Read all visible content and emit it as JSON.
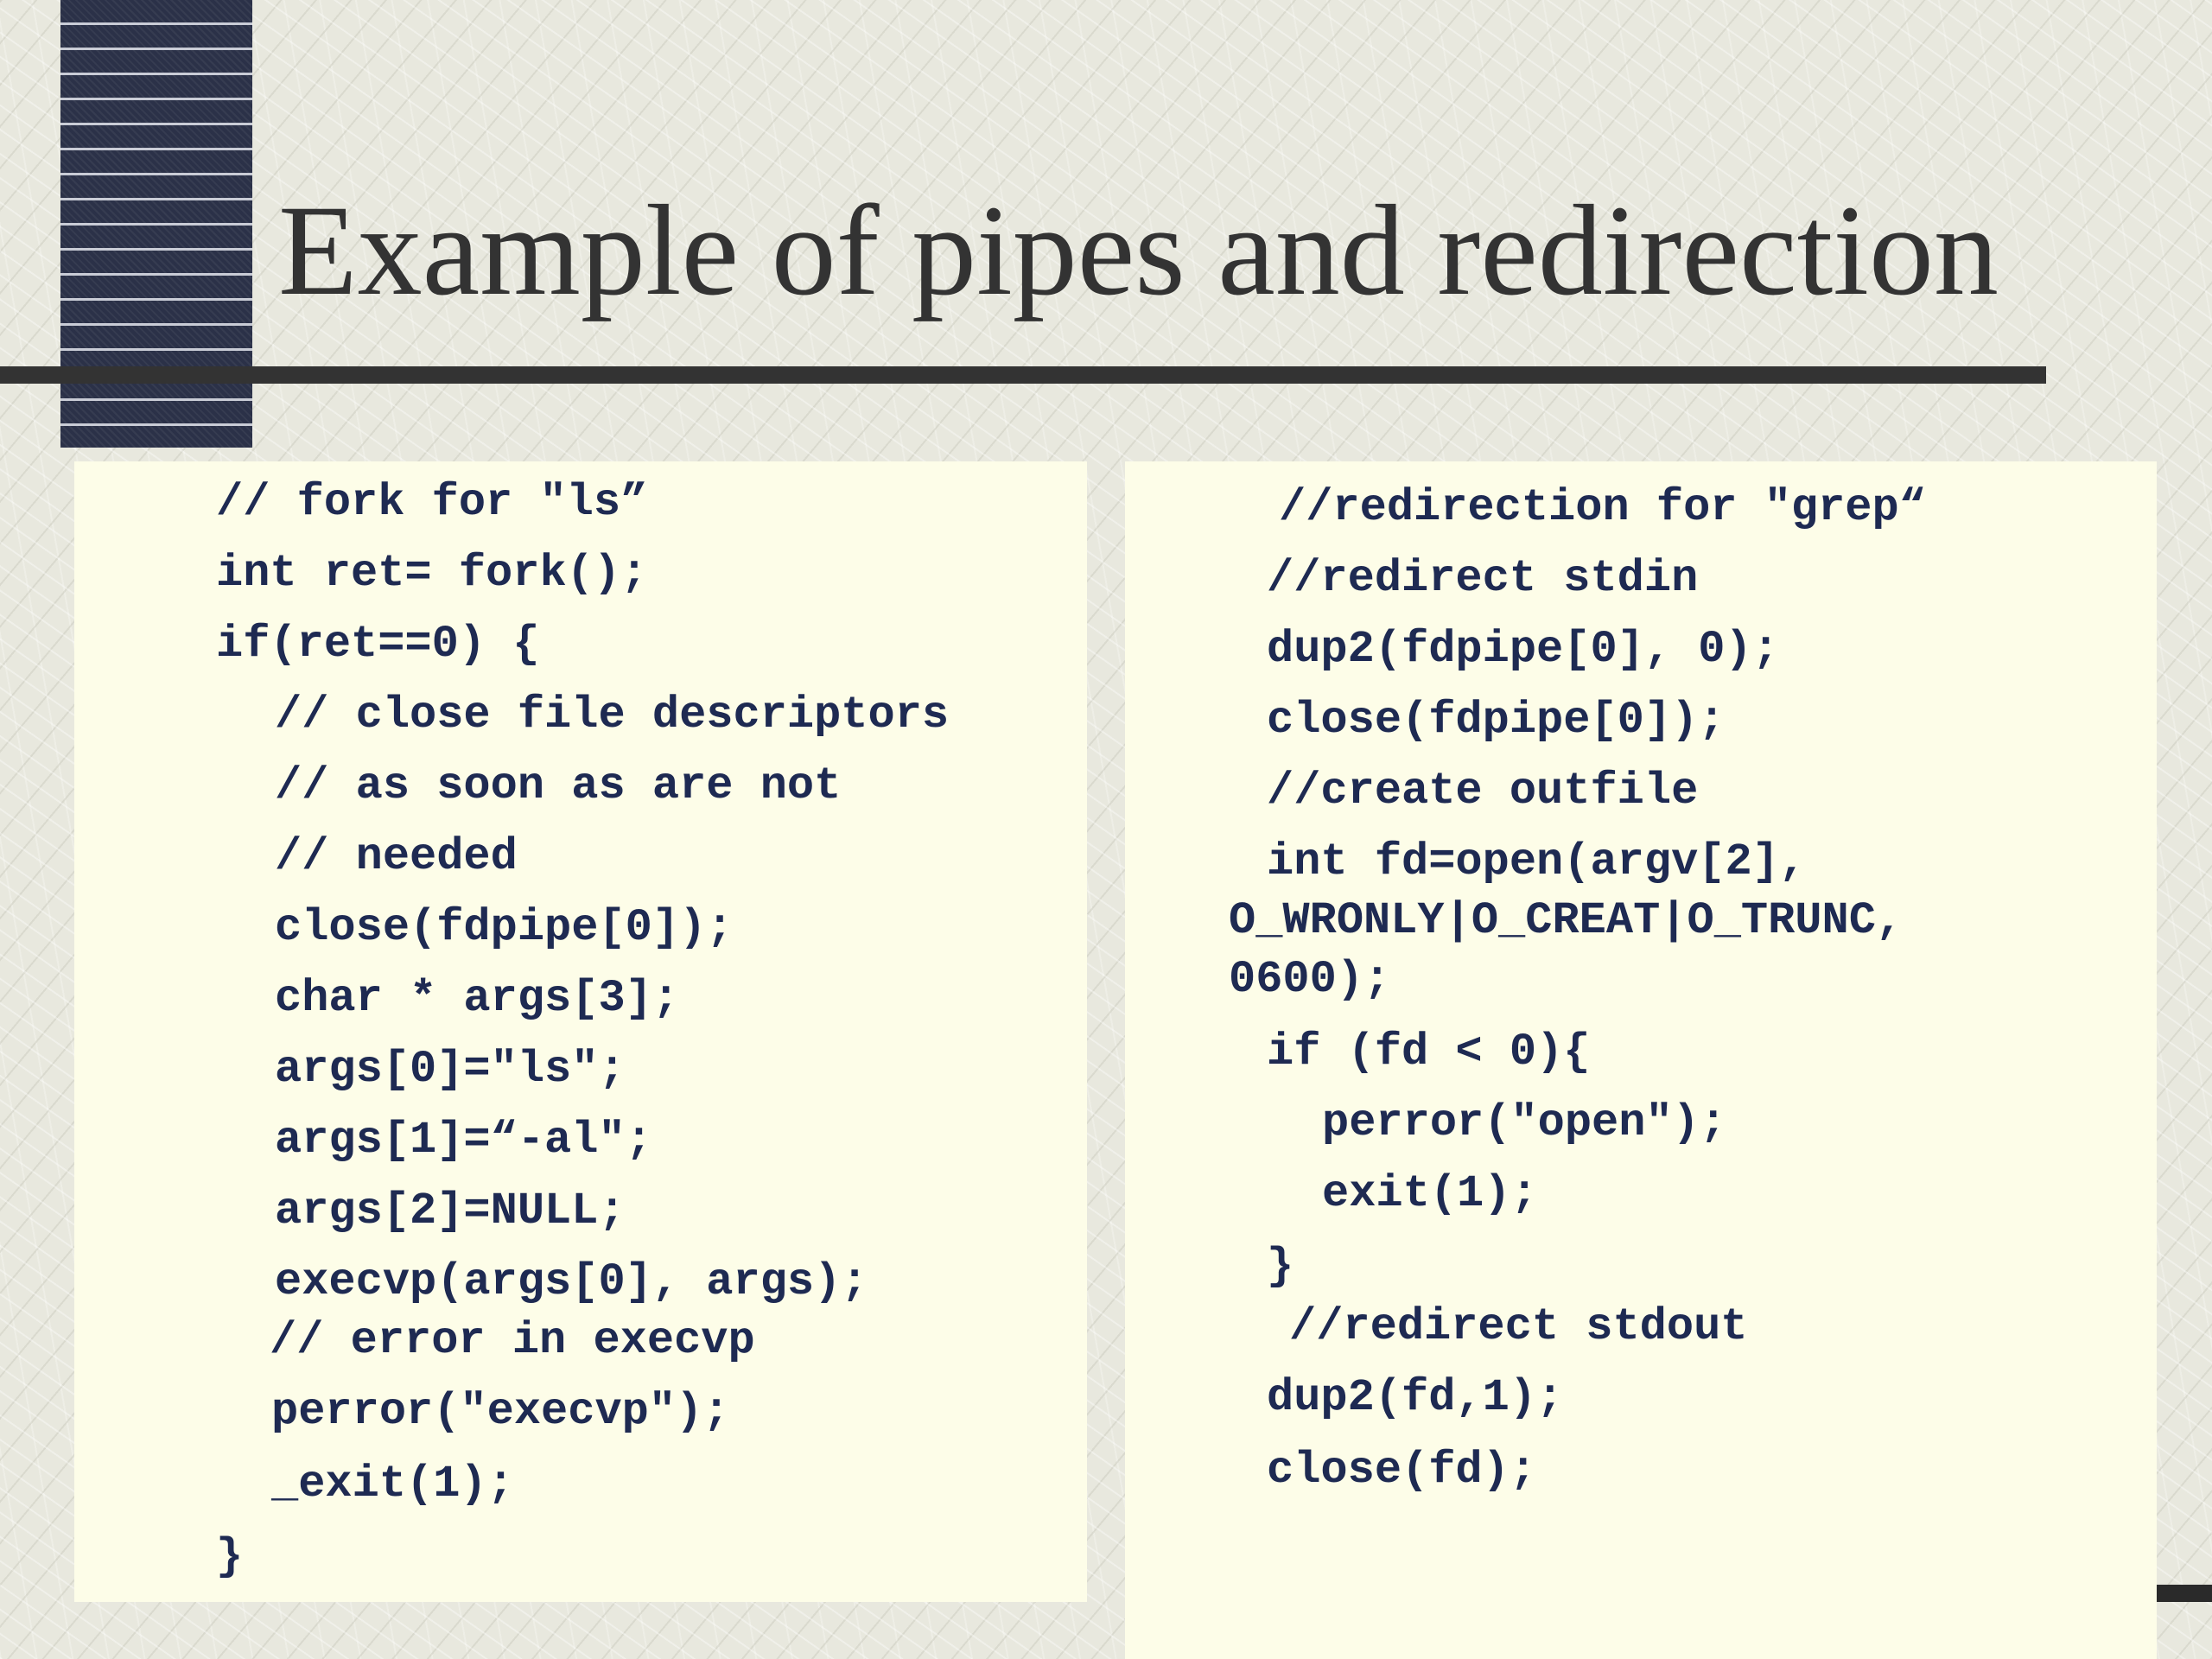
{
  "slide": {
    "title": "Example of pipes and redirection"
  },
  "left_code": {
    "lines": [
      "// fork for \"ls”",
      "int ret= fork();",
      "if(ret==0) {",
      "// close file descriptors",
      "// as soon as are not",
      "// needed",
      "close(fdpipe[0]);",
      "char * args[3];",
      "args[0]=\"ls\";",
      "args[1]=“-al\";",
      "args[2]=NULL;",
      "execvp(args[0], args);",
      "// error in execvp",
      "perror(\"execvp\");",
      "_exit(1);",
      "}"
    ]
  },
  "right_code": {
    "lines": [
      "//redirection for \"grep“",
      "//redirect stdin",
      "dup2(fdpipe[0], 0);",
      "close(fdpipe[0]);",
      "//create outfile",
      "int fd=open(argv[2],",
      "O_WRONLY|O_CREAT|O_TRUNC,",
      "0600);",
      "if (fd < 0){",
      "perror(\"open\");",
      "exit(1);",
      "}",
      "//redirect stdout",
      "dup2(fd,1);",
      "close(fd);"
    ]
  }
}
